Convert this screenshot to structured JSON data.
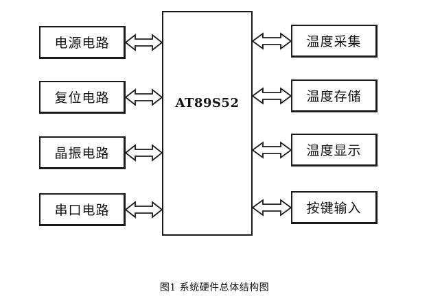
{
  "mcu": {
    "label": "AT89S52"
  },
  "left_blocks": [
    {
      "label": "电源电路"
    },
    {
      "label": "复位电路"
    },
    {
      "label": "晶振电路"
    },
    {
      "label": "串口电路"
    }
  ],
  "right_blocks": [
    {
      "label": "温度采集"
    },
    {
      "label": "温度存储"
    },
    {
      "label": "温度显示"
    },
    {
      "label": "按键输入"
    }
  ],
  "caption": "图1  系统硬件总体结构图"
}
